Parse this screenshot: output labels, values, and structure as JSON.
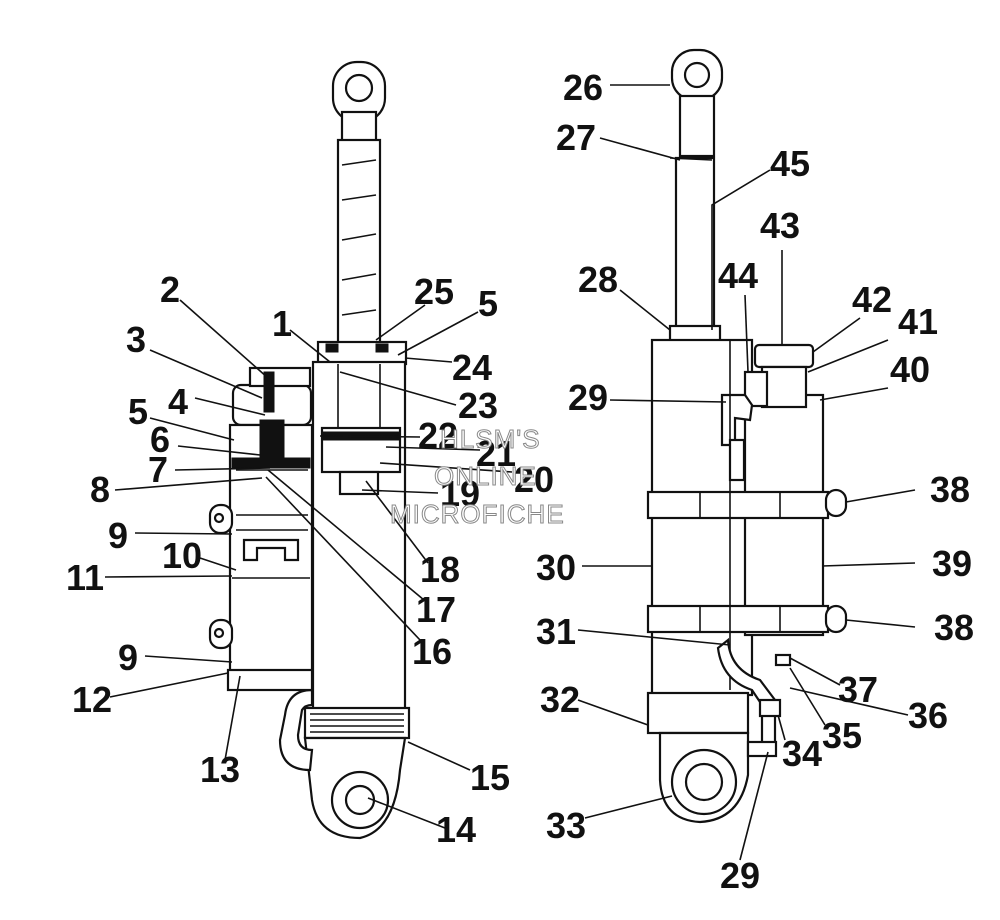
{
  "labels": {
    "l1": "1",
    "l2": "2",
    "l3": "3",
    "l4": "4",
    "l5a": "5",
    "l5b": "5",
    "l6": "6",
    "l7": "7",
    "l8": "8",
    "l9a": "9",
    "l9b": "9",
    "l10": "10",
    "l11": "11",
    "l12": "12",
    "l13": "13",
    "l14": "14",
    "l15": "15",
    "l16": "16",
    "l17": "17",
    "l18": "18",
    "l19": "19",
    "l20": "20",
    "l21": "21",
    "l22": "22",
    "l23": "23",
    "l24": "24",
    "l25": "25",
    "l26": "26",
    "l27": "27",
    "l28": "28",
    "l29a": "29",
    "l29b": "29",
    "l30": "30",
    "l31": "31",
    "l32": "32",
    "l33": "33",
    "l34": "34",
    "l35": "35",
    "l36": "36",
    "l37": "37",
    "l38a": "38",
    "l38b": "38",
    "l39": "39",
    "l40": "40",
    "l41": "41",
    "l42": "42",
    "l43": "43",
    "l44": "44",
    "l45": "45"
  },
  "watermark": {
    "line1": "HLSM'S",
    "line2": "ONLINE",
    "line3": "MICROFICHE"
  }
}
